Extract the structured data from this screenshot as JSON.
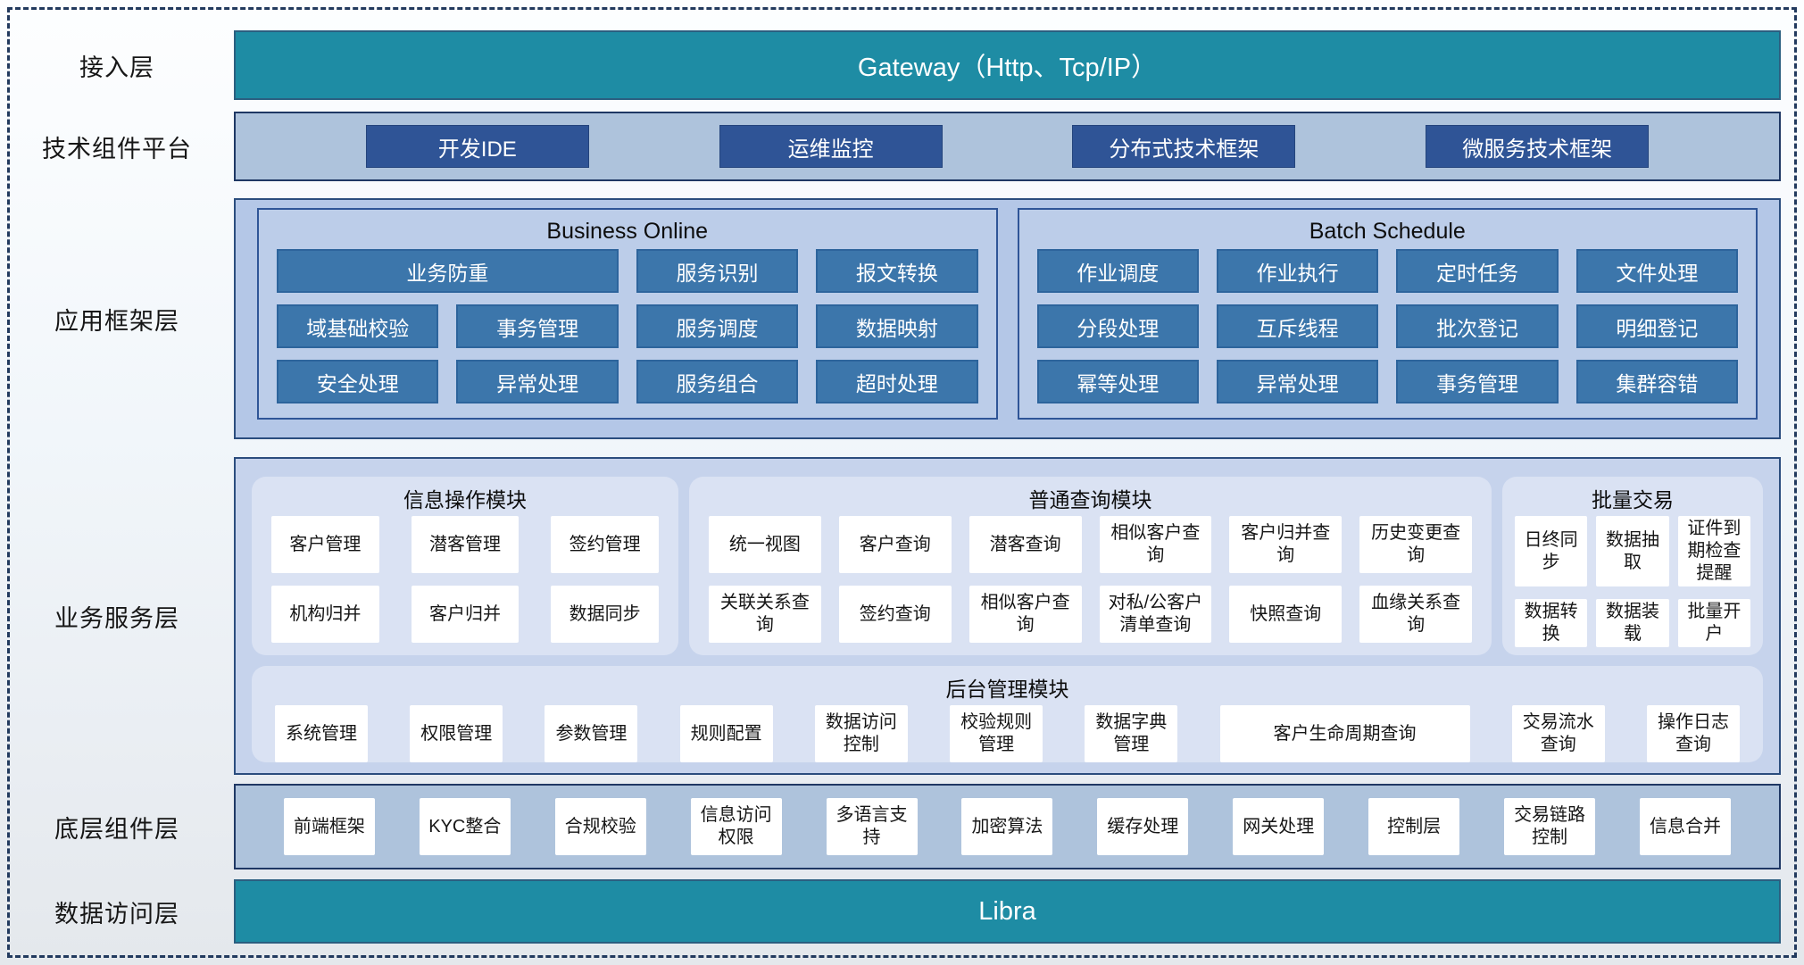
{
  "labels": {
    "access": "接入层",
    "tech_platform": "技术组件平台",
    "app_framework": "应用框架层",
    "business_service": "业务服务层",
    "base_components": "底层组件层",
    "data_access": "数据访问层"
  },
  "gateway": {
    "label": "Gateway（Http、Tcp/IP）"
  },
  "tech_platform": {
    "items": [
      "开发IDE",
      "运维监控",
      "分布式技术框架",
      "微服务技术框架"
    ]
  },
  "app_framework": {
    "business_online": {
      "title": "Business Online",
      "items": [
        "业务防重",
        "服务识别",
        "报文转换",
        "域基础校验",
        "事务管理",
        "服务调度",
        "数据映射",
        "安全处理",
        "异常处理",
        "服务组合",
        "超时处理"
      ]
    },
    "batch_schedule": {
      "title": "Batch Schedule",
      "items": [
        "作业调度",
        "作业执行",
        "定时任务",
        "文件处理",
        "分段处理",
        "互斥线程",
        "批次登记",
        "明细登记",
        "幂等处理",
        "异常处理",
        "事务管理",
        "集群容错"
      ]
    }
  },
  "business_service": {
    "info_module": {
      "title": "信息操作模块",
      "items": [
        "客户管理",
        "潜客管理",
        "签约管理",
        "机构归并",
        "客户归并",
        "数据同步"
      ]
    },
    "query_module": {
      "title": "普通查询模块",
      "items": [
        "统一视图",
        "客户查询",
        "潜客查询",
        "相似客户查询",
        "客户归并查询",
        "历史变更查询",
        "关联关系查询",
        "签约查询",
        "相似客户查询",
        "对私/公客户清单查询",
        "快照查询",
        "血缘关系查询"
      ]
    },
    "batch_module": {
      "title": "批量交易",
      "items": [
        "日终同步",
        "数据抽取",
        "证件到期检查提醒",
        "数据转换",
        "数据装载",
        "批量开户"
      ]
    },
    "admin_module": {
      "title": "后台管理模块",
      "items": [
        "系统管理",
        "权限管理",
        "参数管理",
        "规则配置",
        "数据访问控制",
        "校验规则管理",
        "数据字典管理",
        "客户生命周期查询",
        "交易流水查询",
        "操作日志查询"
      ]
    }
  },
  "base_components": {
    "items": [
      "前端框架",
      "KYC整合",
      "合规校验",
      "信息访问权限",
      "多语言支持",
      "加密算法",
      "缓存处理",
      "网关处理",
      "控制层",
      "交易链路控制",
      "信息合并"
    ]
  },
  "data_access": {
    "label": "Libra"
  },
  "colors": {
    "teal": "#1e8ca4",
    "navy_button": "#2f5496",
    "steel_button": "#3c76ab",
    "container_blue": "#b4c7e7",
    "panel_light": "#dae2f3",
    "border_navy": "#1f3864"
  }
}
